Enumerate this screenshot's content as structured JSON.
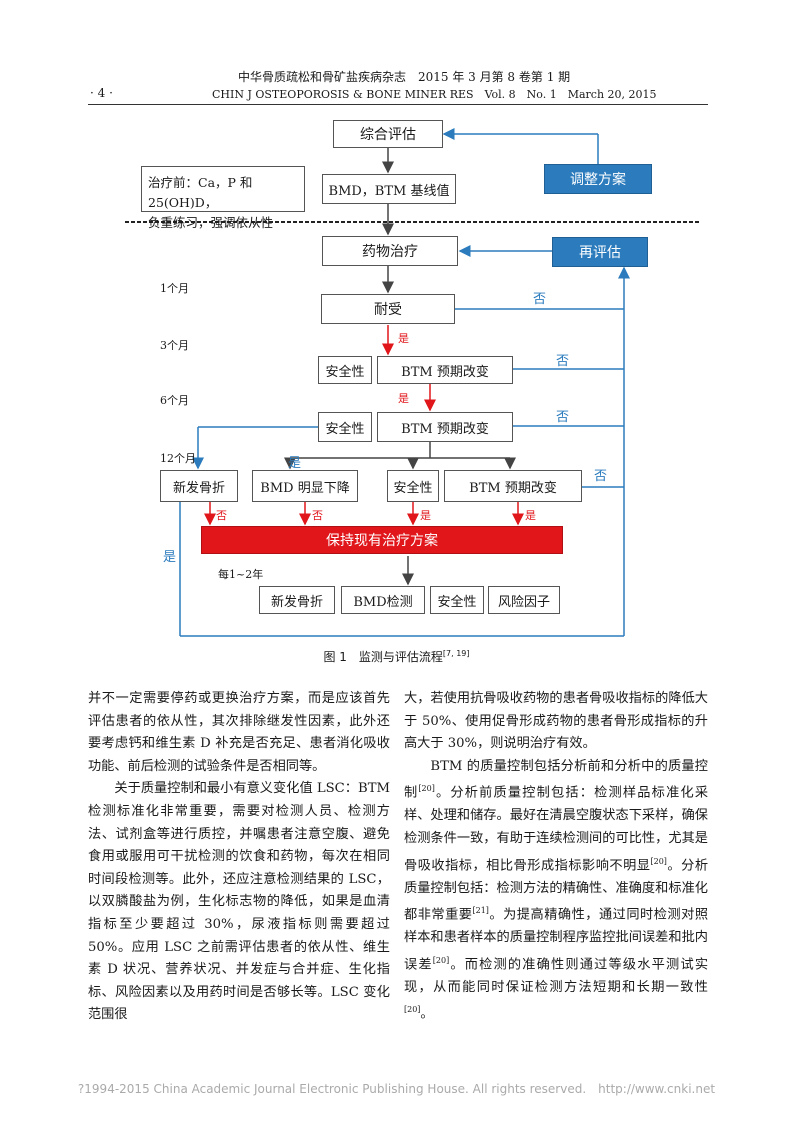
{
  "header": {
    "page_number": "· 4 ·",
    "journal_cn": "中华骨质疏松和骨矿盐疾病杂志　2015 年 3 月第 8 卷第 1 期",
    "journal_en": "CHIN J OSTEOPOROSIS & BONE MINER RES　Vol. 8　No. 1　March 20, 2015"
  },
  "flowchart": {
    "comprehensive_eval": "综合评估",
    "pretreatment_note_1": "治疗前：Ca，P 和 25(OH)D，",
    "pretreatment_note_2": "负重练习，强调依从性",
    "baseline": "BMD，BTM 基线值",
    "adjust_plan": "调整方案",
    "drug_treatment": "药物治疗",
    "reeval": "再评估",
    "month_1": "1个月",
    "tolerance": "耐受",
    "month_3": "3个月",
    "safety": "安全性",
    "btm_expected": "BTM 预期改变",
    "month_6": "6个月",
    "month_12": "12个月",
    "new_fracture": "新发骨折",
    "bmd_decline": "BMD 明显下降",
    "maintain": "保持现有治疗方案",
    "every_1_2_years": "每1~2年",
    "bmd_test": "BMD检测",
    "risk_factors": "风险因子",
    "yes": "是",
    "no": "否"
  },
  "figure_caption": "图 1　监测与评估流程",
  "figure_refs": "[7, 19]",
  "left_column": [
    "并不一定需要停药或更换治疗方案，而是应该首先评估患者的依从性，其次排除继发性因素，此外还要考虑钙和维生素 D 补充是否充足、患者消化吸收功能、前后检测的试验条件是否相同等。",
    "关于质量控制和最小有意义变化值 LSC：BTM 检测标准化非常重要，需要对检测人员、检测方法、试剂盒等进行质控，并嘱患者注意空腹、避免食用或服用可干扰检测的饮食和药物，每次在相同时间段检测等。此外，还应注意检测结果的 LSC，以双膦酸盐为例，生化标志物的降低，如果是血清指标至少要超过 30%，尿液指标则需要超过 50%。应用 LSC 之前需评估患者的依从性、维生素 D 状况、营养状况、并发症与合并症、生化指标、风险因素以及用药时间是否够长等。LSC 变化范围很"
  ],
  "right_column": {
    "p1": "大，若使用抗骨吸收药物的患者骨吸收指标的降低大于 50%、使用促骨形成药物的患者骨形成指标的升高大于 30%，则说明治疗有效。",
    "p2_a": "BTM 的质量控制包括分析前和分析中的质量控制",
    "p2_ref1": "[20]",
    "p2_b": "。分析前质量控制包括：检测样品标准化采样、处理和储存。最好在清晨空腹状态下采样，确保检测条件一致，有助于连续检测间的可比性，尤其是骨吸收指标，相比骨形成指标影响不明显",
    "p2_ref2": "[20]",
    "p2_c": "。分析质量控制包括：检测方法的精确性、准确度和标准化都非常重要",
    "p2_ref3": "[21]",
    "p2_d": "。为提高精确性，通过同时检测对照样本和患者样本的质量控制程序监控批间误差和批内误差",
    "p2_ref4": "[20]",
    "p2_e": "。而检测的准确性则通过等级水平测试实现，从而能同时保证检测方法短期和长期一致性",
    "p2_ref5": "[20]",
    "p2_f": "。"
  },
  "footer": "?1994-2015 China Academic Journal Electronic Publishing House. All rights reserved.　http://www.cnki.net",
  "colors": {
    "blue": "#2b7bbd",
    "red": "#e0161b"
  }
}
